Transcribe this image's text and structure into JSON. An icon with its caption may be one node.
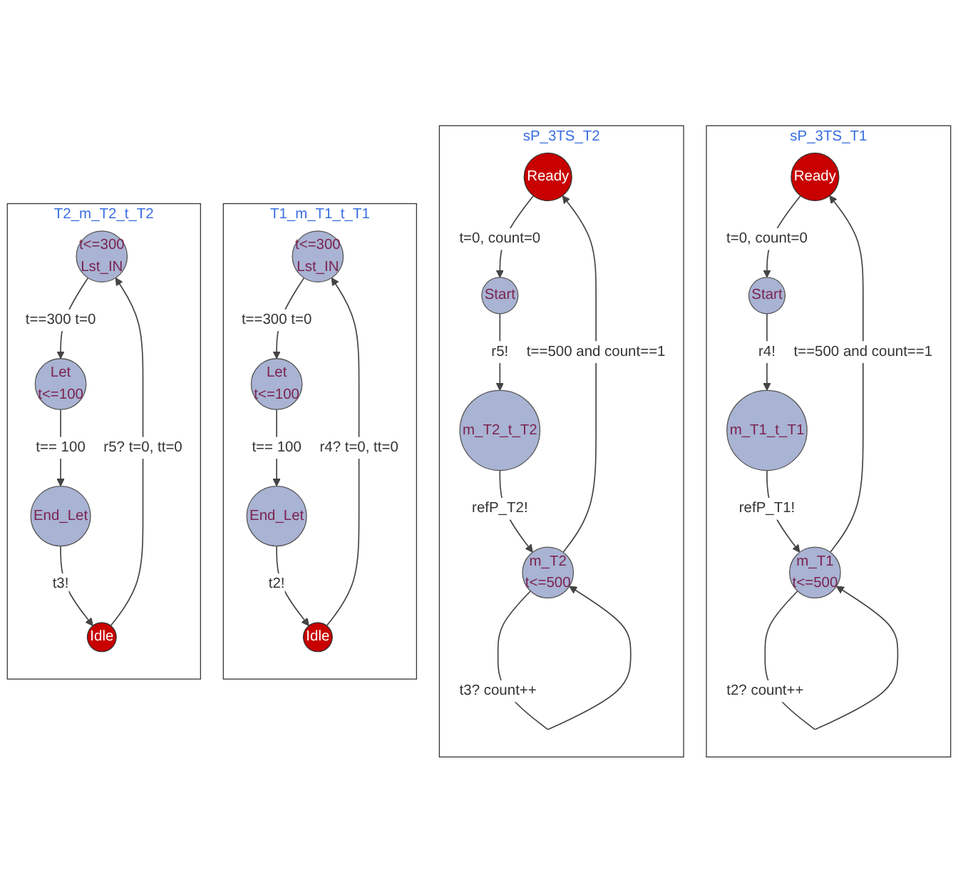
{
  "diagram": {
    "nodes": [
      {
        "text": [
          "sP_3TS_T1"
        ]
      },
      {
        "text": [
          "Ready"
        ],
        "in": 0
      },
      {
        "text": [
          "Start"
        ],
        "in": 0
      },
      {
        "text": [
          "m_T1_t_T1"
        ],
        "in": 0
      },
      {
        "text": [
          "m_T1",
          "t<=500"
        ],
        "in": 0
      },
      {
        "text": [
          "sP_3TS_T2"
        ]
      },
      {
        "text": [
          "Ready"
        ],
        "in": 5
      },
      {
        "text": [
          "Start"
        ],
        "in": 5
      },
      {
        "text": [
          "m_T2_t_T2"
        ],
        "in": 5
      },
      {
        "text": [
          "m_T2",
          "t<=500"
        ],
        "in": 5
      },
      {
        "text": [
          "T1_m_T1_t_T1"
        ]
      },
      {
        "text": [
          "t<=300",
          "Lst_IN"
        ],
        "in": 10
      },
      {
        "text": [
          "Idle"
        ],
        "in": 10
      },
      {
        "text": [
          "Let",
          "t<=100"
        ],
        "in": 10
      },
      {
        "text": [
          "End_Let"
        ],
        "in": 10
      },
      {
        "text": [
          "T2_m_T2_t_T2"
        ]
      },
      {
        "text": [
          "t<=300",
          "Lst_IN"
        ],
        "in": 15
      },
      {
        "text": [
          "Idle"
        ],
        "in": 15
      },
      {
        "text": [
          "Let",
          "t<=100"
        ],
        "in": 15
      },
      {
        "text": [
          "End_Let"
        ],
        "in": 15
      }
    ],
    "edges": [
      {
        "from": 1,
        "to": 2,
        "arrow": "to",
        "label": "t=0, count=0"
      },
      {
        "from": 2,
        "to": 3,
        "arrow": "to",
        "label": "r4!"
      },
      {
        "from": 3,
        "to": 4,
        "arrow": "to",
        "label": "refP_T1!"
      },
      {
        "from": 4,
        "to": 1,
        "arrow": "to",
        "label": "t==500 and count==1"
      },
      {
        "from": 4,
        "to": 4,
        "arrow": "to",
        "label": "t2? count++"
      },
      {
        "from": 6,
        "to": 7,
        "arrow": "to",
        "label": "t=0, count=0"
      },
      {
        "from": 7,
        "to": 8,
        "arrow": "to",
        "label": "r5!"
      },
      {
        "from": 8,
        "to": 9,
        "arrow": "to",
        "label": "refP_T2!"
      },
      {
        "from": 9,
        "to": 6,
        "arrow": "to",
        "label": "t==500 and count==1"
      },
      {
        "from": 9,
        "to": 9,
        "arrow": "to",
        "label": "t3? count++"
      },
      {
        "from": 12,
        "to": 11,
        "arrow": "to",
        "label": "r4? t=0, tt=0"
      },
      {
        "from": 11,
        "to": 13,
        "arrow": "to",
        "label": "t==300 t=0"
      },
      {
        "from": 13,
        "to": 14,
        "arrow": "to",
        "label": "t== 100"
      },
      {
        "from": 14,
        "to": 12,
        "arrow": "to",
        "label": "t2!"
      },
      {
        "from": 17,
        "to": 16,
        "arrow": "to",
        "label": "r5? t=0, tt=0"
      },
      {
        "from": 16,
        "to": 18,
        "arrow": "to",
        "label": "t==300 t=0"
      },
      {
        "from": 18,
        "to": 19,
        "arrow": "to",
        "label": "t== 100"
      },
      {
        "from": 19,
        "to": 17,
        "arrow": "to",
        "label": "t3!"
      }
    ]
  }
}
